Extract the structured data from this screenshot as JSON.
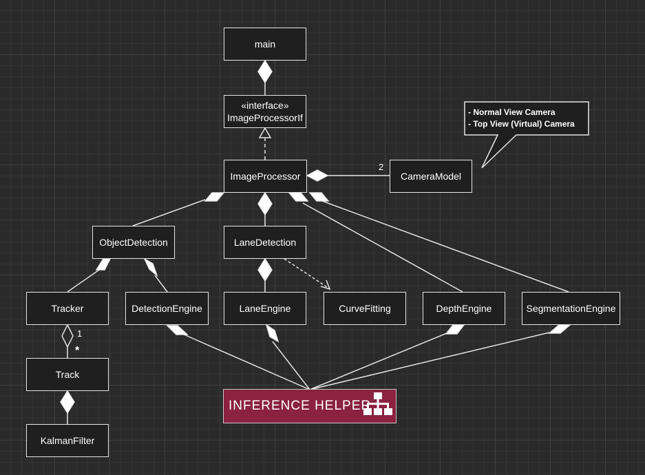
{
  "classes": {
    "main": "main",
    "image_processor_if_stereotype": "«interface»",
    "image_processor_if": "ImageProcessorIf",
    "image_processor": "ImageProcessor",
    "camera_model": "CameraModel",
    "object_detection": "ObjectDetection",
    "lane_detection": "LaneDetection",
    "tracker": "Tracker",
    "detection_engine": "DetectionEngine",
    "lane_engine": "LaneEngine",
    "curve_fitting": "CurveFitting",
    "depth_engine": "DepthEngine",
    "segmentation_engine": "SegmentationEngine",
    "track": "Track",
    "kalman_filter": "KalmanFilter"
  },
  "note": {
    "lines": [
      "- Normal View Camera",
      "- Top View (Virtual) Camera"
    ]
  },
  "multiplicities": {
    "camera": "2",
    "tracker_one": "1",
    "track_many": "*"
  },
  "helper": {
    "label": "INFERENCE HELPER",
    "icon": "hierarchy-icon",
    "color": "#8a2240"
  },
  "colors": {
    "background": "#2a2a2a",
    "box_fill": "#1f1f1f",
    "line": "#e6e6e6"
  }
}
